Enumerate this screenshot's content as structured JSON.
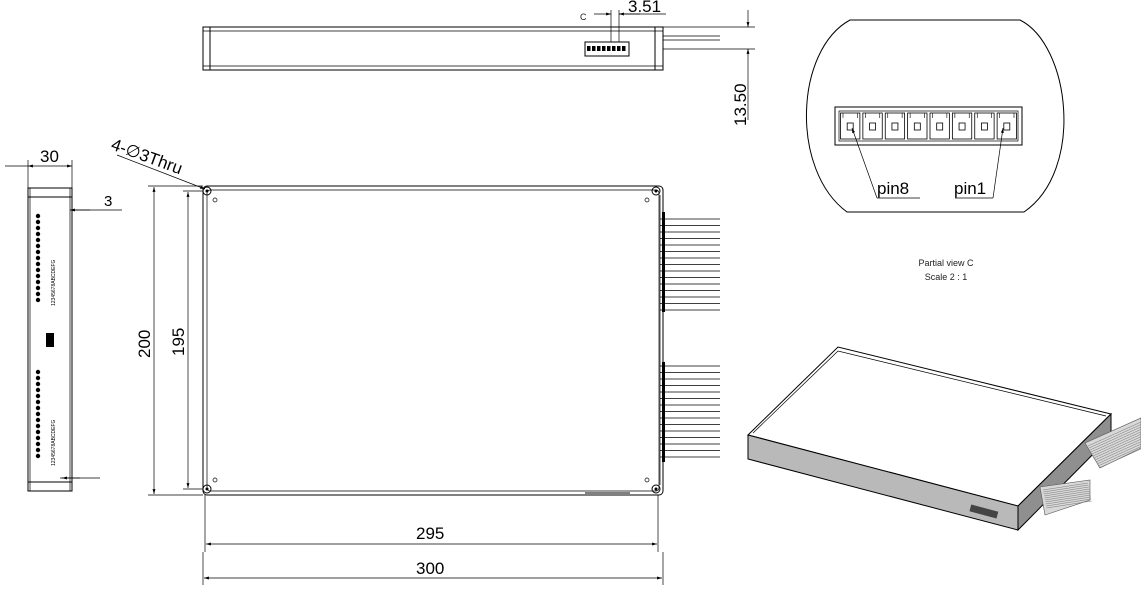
{
  "labels": {
    "dim_30": "30",
    "dim_3": "3",
    "hole_callout": "4-∅3Thru",
    "dim_200": "200",
    "dim_195": "195",
    "dim_295": "295",
    "dim_300": "300",
    "dim_351": "3.51",
    "dim_1350": "13.50",
    "view_marker": "C",
    "pin8": "pin8",
    "pin1": "pin1",
    "partial_view_title": "Partial view C",
    "partial_view_scale": "Scale 2 : 1"
  },
  "connector": {
    "pin_count": 8
  }
}
